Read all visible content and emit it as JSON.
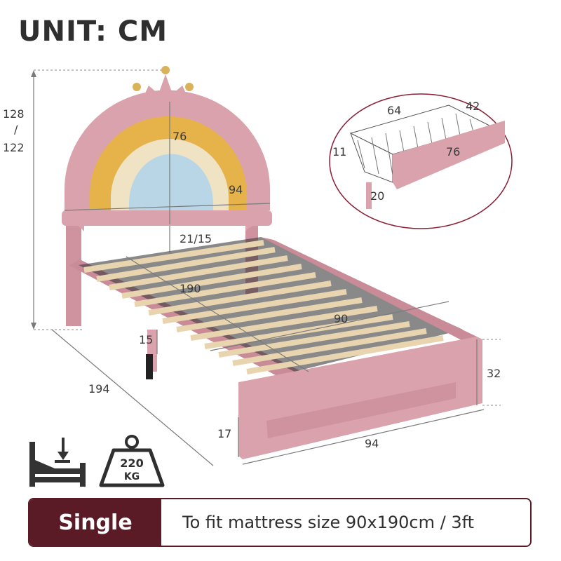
{
  "header": {
    "title": "UNIT: CM"
  },
  "dimensions": {
    "overall_height": "128",
    "slash": "/",
    "overall_height_alt": "122",
    "headboard_height": "76",
    "headboard_width": "94",
    "slat_height": "21/15",
    "mattress_length": "190",
    "mattress_width": "90",
    "side_rail_depth": "15",
    "bed_length": "194",
    "clearance": "17",
    "footboard_width": "94",
    "footboard_height": "32"
  },
  "drawer": {
    "length": "64",
    "depth": "42",
    "height": "11",
    "inner_length": "76",
    "front_height": "20"
  },
  "capacity": {
    "value": "220",
    "unit": "KG"
  },
  "banner": {
    "label": "Single",
    "text": "To fit mattress size 90x190cm / 3ft"
  },
  "colors": {
    "pink_frame": "#d9a2ac",
    "banner_dark": "#5a1a26",
    "rainbow_yellow": "#e6b24a",
    "rainbow_cream": "#efe3c4",
    "rainbow_blue": "#b9d6e6",
    "slat_wood": "#e8d5b0"
  }
}
